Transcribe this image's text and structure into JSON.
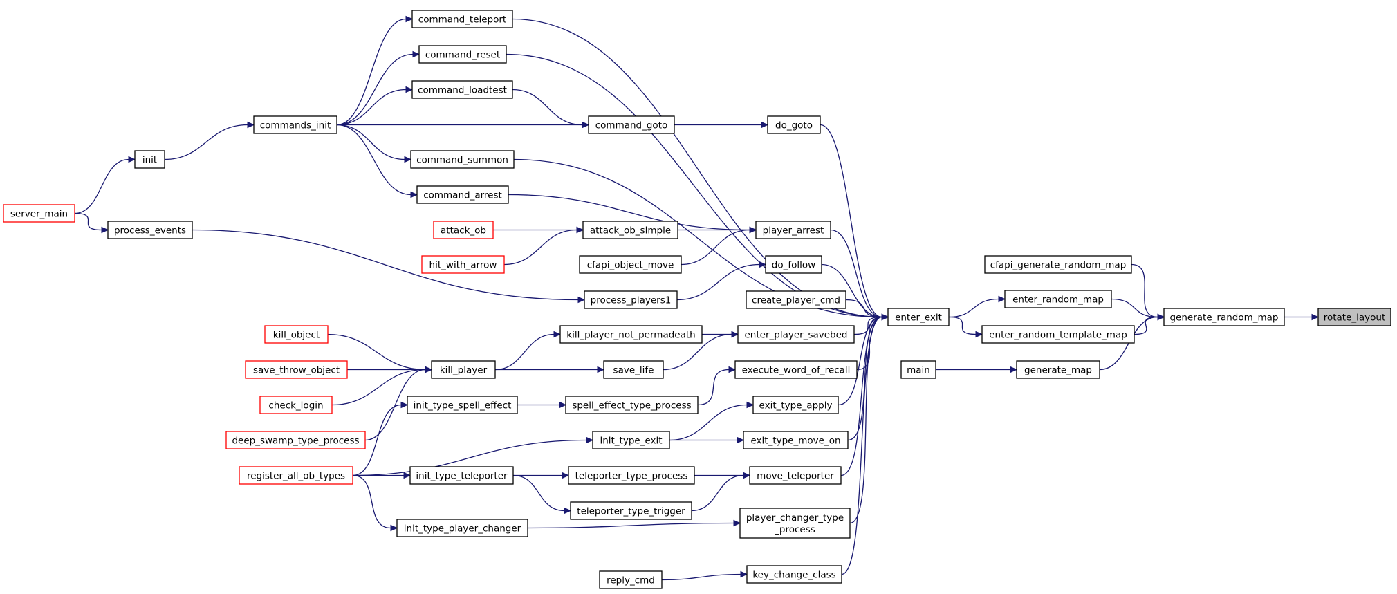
{
  "graph": {
    "type": "caller-graph",
    "target": "rotate_layout",
    "colors": {
      "edge": "#191970",
      "node_border": "#000000",
      "truncated_node_border": "#ff0000",
      "target_fill": "#bfbfbf",
      "node_fill": "#ffffff"
    },
    "nodes": [
      {
        "id": "rotate_layout",
        "lines": [
          "rotate_layout"
        ],
        "style": "target"
      },
      {
        "id": "generate_random_map",
        "lines": [
          "generate_random_map"
        ],
        "style": "normal"
      },
      {
        "id": "cfapi_generate_random_map",
        "lines": [
          "cfapi_generate_random_map"
        ],
        "style": "normal"
      },
      {
        "id": "enter_random_map",
        "lines": [
          "enter_random_map"
        ],
        "style": "normal"
      },
      {
        "id": "enter_random_template_map",
        "lines": [
          "enter_random_template_map"
        ],
        "style": "normal"
      },
      {
        "id": "generate_map",
        "lines": [
          "generate_map"
        ],
        "style": "normal"
      },
      {
        "id": "main",
        "lines": [
          "main"
        ],
        "style": "normal"
      },
      {
        "id": "enter_exit",
        "lines": [
          "enter_exit"
        ],
        "style": "normal"
      },
      {
        "id": "command_teleport",
        "lines": [
          "command_teleport"
        ],
        "style": "normal"
      },
      {
        "id": "command_reset",
        "lines": [
          "command_reset"
        ],
        "style": "normal"
      },
      {
        "id": "command_loadtest",
        "lines": [
          "command_loadtest"
        ],
        "style": "normal"
      },
      {
        "id": "commands_init",
        "lines": [
          "commands_init"
        ],
        "style": "normal"
      },
      {
        "id": "command_goto",
        "lines": [
          "command_goto"
        ],
        "style": "normal"
      },
      {
        "id": "do_goto",
        "lines": [
          "do_goto"
        ],
        "style": "normal"
      },
      {
        "id": "init",
        "lines": [
          "init"
        ],
        "style": "normal"
      },
      {
        "id": "command_summon",
        "lines": [
          "command_summon"
        ],
        "style": "normal"
      },
      {
        "id": "server_main",
        "lines": [
          "server_main"
        ],
        "style": "truncated"
      },
      {
        "id": "command_arrest",
        "lines": [
          "command_arrest"
        ],
        "style": "normal"
      },
      {
        "id": "process_events",
        "lines": [
          "process_events"
        ],
        "style": "normal"
      },
      {
        "id": "attack_ob",
        "lines": [
          "attack_ob"
        ],
        "style": "truncated"
      },
      {
        "id": "attack_ob_simple",
        "lines": [
          "attack_ob_simple"
        ],
        "style": "normal"
      },
      {
        "id": "player_arrest",
        "lines": [
          "player_arrest"
        ],
        "style": "normal"
      },
      {
        "id": "hit_with_arrow",
        "lines": [
          "hit_with_arrow"
        ],
        "style": "truncated"
      },
      {
        "id": "cfapi_object_move",
        "lines": [
          "cfapi_object_move"
        ],
        "style": "normal"
      },
      {
        "id": "do_follow",
        "lines": [
          "do_follow"
        ],
        "style": "normal"
      },
      {
        "id": "process_players1",
        "lines": [
          "process_players1"
        ],
        "style": "normal"
      },
      {
        "id": "create_player_cmd",
        "lines": [
          "create_player_cmd"
        ],
        "style": "normal"
      },
      {
        "id": "kill_object",
        "lines": [
          "kill_object"
        ],
        "style": "truncated"
      },
      {
        "id": "kill_player_not_permadeath",
        "lines": [
          "kill_player_not_permadeath"
        ],
        "style": "normal"
      },
      {
        "id": "enter_player_savebed",
        "lines": [
          "enter_player_savebed"
        ],
        "style": "normal"
      },
      {
        "id": "save_throw_object",
        "lines": [
          "save_throw_object"
        ],
        "style": "truncated"
      },
      {
        "id": "kill_player",
        "lines": [
          "kill_player"
        ],
        "style": "normal"
      },
      {
        "id": "save_life",
        "lines": [
          "save_life"
        ],
        "style": "normal"
      },
      {
        "id": "execute_word_of_recall",
        "lines": [
          "execute_word_of_recall"
        ],
        "style": "normal"
      },
      {
        "id": "check_login",
        "lines": [
          "check_login"
        ],
        "style": "truncated"
      },
      {
        "id": "init_type_spell_effect",
        "lines": [
          "init_type_spell_effect"
        ],
        "style": "normal"
      },
      {
        "id": "spell_effect_type_process",
        "lines": [
          "spell_effect_type_process"
        ],
        "style": "normal"
      },
      {
        "id": "exit_type_apply",
        "lines": [
          "exit_type_apply"
        ],
        "style": "normal"
      },
      {
        "id": "deep_swamp_type_process",
        "lines": [
          "deep_swamp_type_process"
        ],
        "style": "truncated"
      },
      {
        "id": "init_type_exit",
        "lines": [
          "init_type_exit"
        ],
        "style": "normal"
      },
      {
        "id": "exit_type_move_on",
        "lines": [
          "exit_type_move_on"
        ],
        "style": "normal"
      },
      {
        "id": "register_all_ob_types",
        "lines": [
          "register_all_ob_types"
        ],
        "style": "truncated"
      },
      {
        "id": "init_type_teleporter",
        "lines": [
          "init_type_teleporter"
        ],
        "style": "normal"
      },
      {
        "id": "teleporter_type_process",
        "lines": [
          "teleporter_type_process"
        ],
        "style": "normal"
      },
      {
        "id": "move_teleporter",
        "lines": [
          "move_teleporter"
        ],
        "style": "normal"
      },
      {
        "id": "teleporter_type_trigger",
        "lines": [
          "teleporter_type_trigger"
        ],
        "style": "normal"
      },
      {
        "id": "init_type_player_changer",
        "lines": [
          "init_type_player_changer"
        ],
        "style": "normal"
      },
      {
        "id": "player_changer_type_process",
        "lines": [
          "player_changer_type",
          "_process"
        ],
        "style": "normal"
      },
      {
        "id": "reply_cmd",
        "lines": [
          "reply_cmd"
        ],
        "style": "normal"
      },
      {
        "id": "key_change_class",
        "lines": [
          "key_change_class"
        ],
        "style": "normal"
      }
    ],
    "edges": [
      {
        "from": "generate_random_map",
        "to": "rotate_layout"
      },
      {
        "from": "cfapi_generate_random_map",
        "to": "generate_random_map"
      },
      {
        "from": "enter_random_map",
        "to": "generate_random_map"
      },
      {
        "from": "enter_random_template_map",
        "to": "generate_random_map"
      },
      {
        "from": "generate_map",
        "to": "generate_random_map"
      },
      {
        "from": "main",
        "to": "generate_map"
      },
      {
        "from": "enter_exit",
        "to": "enter_random_map"
      },
      {
        "from": "enter_exit",
        "to": "enter_random_template_map"
      },
      {
        "from": "command_teleport",
        "to": "enter_exit"
      },
      {
        "from": "command_reset",
        "to": "enter_exit"
      },
      {
        "from": "do_goto",
        "to": "enter_exit"
      },
      {
        "from": "command_summon",
        "to": "enter_exit"
      },
      {
        "from": "player_arrest",
        "to": "enter_exit"
      },
      {
        "from": "do_follow",
        "to": "enter_exit"
      },
      {
        "from": "create_player_cmd",
        "to": "enter_exit"
      },
      {
        "from": "enter_player_savebed",
        "to": "enter_exit"
      },
      {
        "from": "execute_word_of_recall",
        "to": "enter_exit"
      },
      {
        "from": "exit_type_apply",
        "to": "enter_exit"
      },
      {
        "from": "exit_type_move_on",
        "to": "enter_exit"
      },
      {
        "from": "move_teleporter",
        "to": "enter_exit"
      },
      {
        "from": "player_changer_type_process",
        "to": "enter_exit"
      },
      {
        "from": "key_change_class",
        "to": "enter_exit"
      },
      {
        "from": "commands_init",
        "to": "command_teleport"
      },
      {
        "from": "commands_init",
        "to": "command_reset"
      },
      {
        "from": "commands_init",
        "to": "command_loadtest"
      },
      {
        "from": "commands_init",
        "to": "command_goto"
      },
      {
        "from": "commands_init",
        "to": "command_summon"
      },
      {
        "from": "commands_init",
        "to": "command_arrest"
      },
      {
        "from": "command_loadtest",
        "to": "command_goto"
      },
      {
        "from": "command_goto",
        "to": "do_goto"
      },
      {
        "from": "init",
        "to": "commands_init"
      },
      {
        "from": "server_main",
        "to": "init"
      },
      {
        "from": "server_main",
        "to": "process_events"
      },
      {
        "from": "command_arrest",
        "to": "player_arrest"
      },
      {
        "from": "attack_ob_simple",
        "to": "player_arrest"
      },
      {
        "from": "cfapi_object_move",
        "to": "player_arrest"
      },
      {
        "from": "attack_ob",
        "to": "attack_ob_simple"
      },
      {
        "from": "hit_with_arrow",
        "to": "attack_ob_simple"
      },
      {
        "from": "process_players1",
        "to": "do_follow"
      },
      {
        "from": "process_events",
        "to": "process_players1"
      },
      {
        "from": "kill_player_not_permadeath",
        "to": "enter_player_savebed"
      },
      {
        "from": "save_life",
        "to": "enter_player_savebed"
      },
      {
        "from": "kill_player",
        "to": "kill_player_not_permadeath"
      },
      {
        "from": "kill_player",
        "to": "save_life"
      },
      {
        "from": "kill_object",
        "to": "kill_player"
      },
      {
        "from": "save_throw_object",
        "to": "kill_player"
      },
      {
        "from": "check_login",
        "to": "kill_player"
      },
      {
        "from": "deep_swamp_type_process",
        "to": "kill_player"
      },
      {
        "from": "spell_effect_type_process",
        "to": "execute_word_of_recall"
      },
      {
        "from": "init_type_spell_effect",
        "to": "spell_effect_type_process"
      },
      {
        "from": "init_type_exit",
        "to": "exit_type_apply"
      },
      {
        "from": "init_type_exit",
        "to": "exit_type_move_on"
      },
      {
        "from": "register_all_ob_types",
        "to": "init_type_spell_effect"
      },
      {
        "from": "register_all_ob_types",
        "to": "init_type_exit"
      },
      {
        "from": "register_all_ob_types",
        "to": "init_type_teleporter"
      },
      {
        "from": "register_all_ob_types",
        "to": "init_type_player_changer"
      },
      {
        "from": "init_type_teleporter",
        "to": "teleporter_type_process"
      },
      {
        "from": "init_type_teleporter",
        "to": "teleporter_type_trigger"
      },
      {
        "from": "teleporter_type_process",
        "to": "move_teleporter"
      },
      {
        "from": "teleporter_type_trigger",
        "to": "move_teleporter"
      },
      {
        "from": "init_type_player_changer",
        "to": "player_changer_type_process"
      },
      {
        "from": "reply_cmd",
        "to": "key_change_class"
      }
    ]
  }
}
